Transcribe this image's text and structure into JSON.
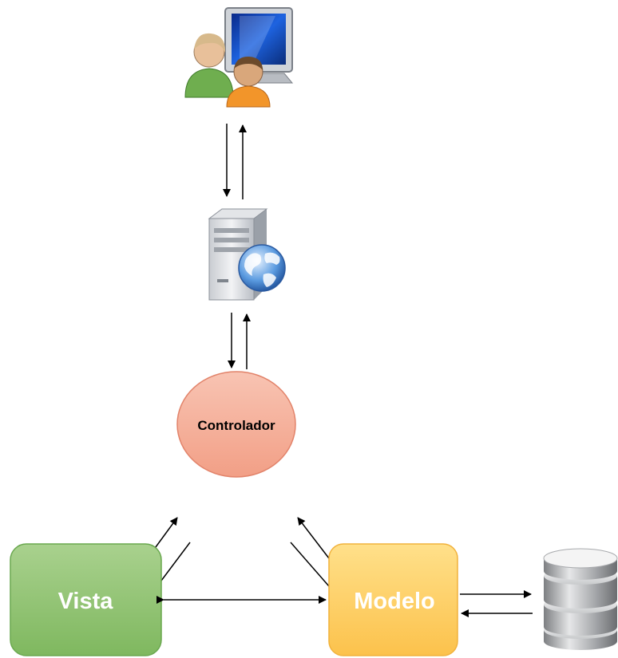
{
  "diagram": {
    "nodes": {
      "users": {
        "icon": "users-computer-icon"
      },
      "server": {
        "icon": "web-server-icon"
      },
      "controller": {
        "label": "Controlador",
        "color": "#f4a58c"
      },
      "view": {
        "label": "Vista",
        "color": "#93c47d"
      },
      "model": {
        "label": "Modelo",
        "color": "#ffd966"
      },
      "database": {
        "icon": "database-icon"
      }
    },
    "arrow_color": "#000000"
  }
}
